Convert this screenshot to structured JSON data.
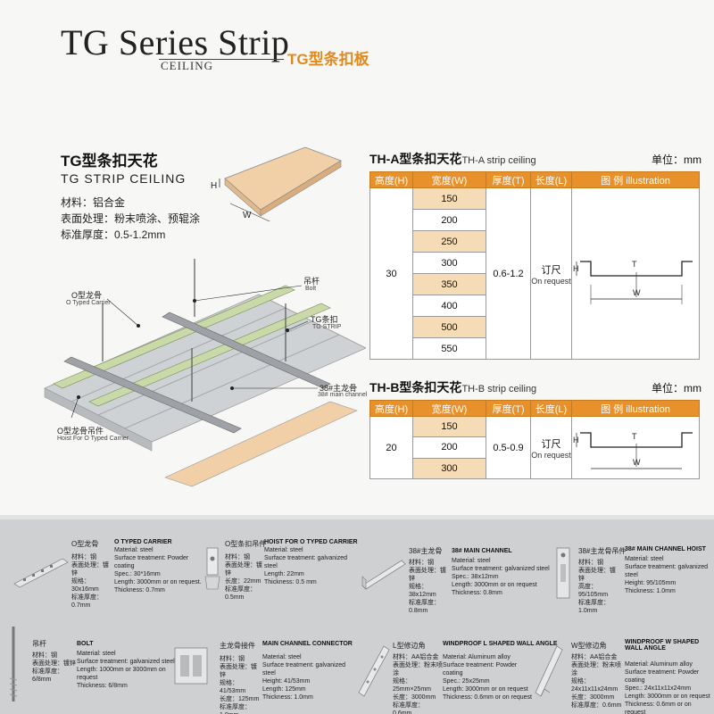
{
  "header": {
    "title": "TG Series Strip",
    "subtitle": "CEILING",
    "cn_title": "TG型条扣板"
  },
  "intro": {
    "heading_cn": "TG型条扣天花",
    "heading_en": "TG STRIP CEILING",
    "material": "材料：铝合金",
    "surface": "表面处理：粉末喷涂、预辊涂",
    "thickness": "标准厚度：0.5-1.2mm",
    "dim_h": "H",
    "dim_w": "W"
  },
  "diagram": {
    "bolt_cn": "吊杆",
    "bolt_en": "Bolt",
    "carrier_cn": "O型龙骨",
    "carrier_en": "O Typed Carrier",
    "strip_cn": "TG条扣",
    "strip_en": "TG STRIP",
    "channel_cn": "38#主龙骨",
    "channel_en": "38# main channel",
    "hoist_cn": "O型龙骨吊件",
    "hoist_en": "Hoist For O Typed Carrier"
  },
  "table_a": {
    "title_bold": "TH-A型条扣天花",
    "title_light": "TH-A strip ceiling",
    "unit": "单位：mm",
    "headers": [
      "高度(H)",
      "宽度(W)",
      "厚度(T)",
      "长度(L)",
      "图 例 illustration"
    ],
    "height": "30",
    "widths": [
      "150",
      "200",
      "250",
      "300",
      "350",
      "400",
      "500",
      "550"
    ],
    "thickness": "0.6-1.2",
    "length_cn": "订尺",
    "length_en": "On request",
    "illus": {
      "h": "H",
      "t": "T",
      "w": "W"
    }
  },
  "table_b": {
    "title_bold": "TH-B型条扣天花",
    "title_light": "TH-B strip ceiling",
    "unit": "单位：mm",
    "headers": [
      "高度(H)",
      "宽度(W)",
      "厚度(T)",
      "长度(L)",
      "图 例 illustration"
    ],
    "height": "20",
    "widths": [
      "150",
      "200",
      "300"
    ],
    "thickness": "0.5-0.9",
    "length_cn": "订尺",
    "length_en": "On request",
    "illus": {
      "h": "H",
      "t": "T",
      "w": "W"
    }
  },
  "components": {
    "o_carrier": {
      "cn": "O型龙骨",
      "en": "O TYPED CARRIER",
      "spec_cn": [
        "材料：钢",
        "表面处理：镀锌",
        "规格：30x16mm",
        "标准厚度：0.7mm"
      ],
      "spec_en": [
        "Material: steel",
        "Surface treatment: Powder coating",
        "Spec.: 30*16mm",
        "Length: 3000mm or on request.",
        "Thickness: 0.7mm"
      ]
    },
    "o_hoist": {
      "cn": "O型条扣吊件",
      "en": "HOIST FOR O TYPED CARRIER",
      "spec_cn": [
        "材料：钢",
        "表面处理：镀锌",
        "长度：22mm",
        "标准厚度：0.5mm"
      ],
      "spec_en": [
        "Material: steel",
        "Surface treatment: galvanized steel",
        "Length: 22mm",
        "Thickness: 0.5 mm"
      ]
    },
    "main_channel": {
      "cn": "38#主龙骨",
      "en": "38# MAIN CHANNEL",
      "spec_cn": [
        "材料：钢",
        "表面处理：镀锌",
        "规格：38x12mm",
        "标准厚度：0.8mm"
      ],
      "spec_en": [
        "Material: steel",
        "Surface treatment: galvanized steel",
        "Spec.: 38x12mm",
        "Length: 3000mm or on request",
        "Thickness: 0.8mm"
      ]
    },
    "channel_hoist": {
      "cn": "38#主龙骨吊件",
      "en": "38# MAIN CHANNEL HOIST",
      "spec_cn": [
        "材料：钢",
        "表面处理：镀锌",
        "高度：95/105mm",
        "标准厚度：1.0mm"
      ],
      "spec_en": [
        "Material: steel",
        "Surface treatment: galvanized steel",
        "Height: 95/105mm",
        "Thickness: 1.0mm"
      ]
    },
    "bolt": {
      "cn": "吊杆",
      "en": "BOLT",
      "spec_cn": [
        "材料：钢",
        "表面处理：镀锌",
        "标准厚度：6/8mm"
      ],
      "spec_en": [
        "Material: steel",
        "Surface treatment: galvanized steel",
        "Length: 1000mm or 3000mm on request",
        "Thickness: 6/8mm"
      ]
    },
    "connector": {
      "cn": "主龙骨接件",
      "en": "MAIN CHANNEL CONNECTOR",
      "spec_cn": [
        "材料：钢",
        "表面处理：镀锌",
        "规格：41/53mm",
        "长度：125mm",
        "标准厚度：1.0mm"
      ],
      "spec_en": [
        "Material: steel",
        "Surface treatment: galvanized steel",
        "Height: 41/53mm",
        "Length: 125mm",
        "Thickness: 1.0mm"
      ]
    },
    "l_angle": {
      "cn": "L型修边角",
      "en": "WINDPROOF L SHAPED WALL ANGLE",
      "spec_cn": [
        "材料：AA铝合金",
        "表面处理：粉末喷涂",
        "规格：25mm×25mm",
        "长度：3000mm",
        "标准厚度：0.6mm"
      ],
      "spec_en": [
        "Material: Aluminum alloy",
        "Surface treatment: Powder coating",
        "Spec.: 25x25mm",
        "Length: 3000mm or on request",
        "Thickness: 0.6mm or on request"
      ]
    },
    "w_angle": {
      "cn": "W型修边角",
      "en": "WINDPROOF W SHAPED WALL ANGLE",
      "spec_cn": [
        "材料：AA铝合金",
        "表面处理：粉末喷涂",
        "规格：24x11x11x24mm",
        "长度：3000mm",
        "标准厚度：0.6mm"
      ],
      "spec_en": [
        "Material: Aluminum alloy",
        "Surface treatment: Powder coating",
        "Spec.: 24x11x11x24mm",
        "Length: 3000mm or on request",
        "Thickness: 0.6mm or on request"
      ]
    }
  },
  "colors": {
    "accent_orange": "#e8912a",
    "row_alt": "#f6dcb6",
    "title_orange": "#e08a1e",
    "bottom_bg": "#cfd0d1"
  }
}
